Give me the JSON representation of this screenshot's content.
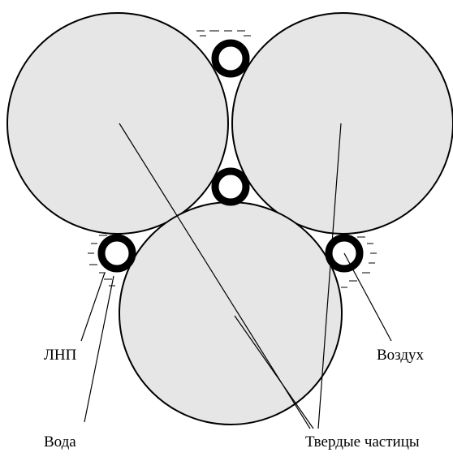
{
  "labels": {
    "lnp": "ЛНП",
    "water": "Вода",
    "air": "Воздух",
    "solid_particles": "Твердые частицы"
  },
  "colors": {
    "particle_fill": "#e6e6e6",
    "outline": "#000000",
    "air_fill": "#ffffff",
    "lnp_ring": "#000000",
    "background": "#ffffff"
  }
}
